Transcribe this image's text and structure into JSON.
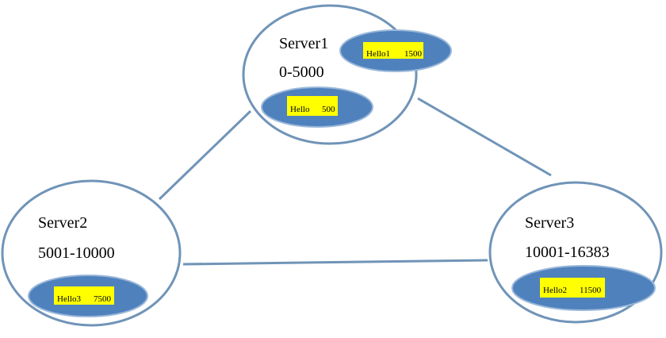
{
  "colors": {
    "outline": "#7094b8",
    "connector": "#7094b8",
    "key_fill": "#4f81bd",
    "key_stroke": "#9ab8d9",
    "label_bg": "#ffff00"
  },
  "servers": [
    {
      "name": "Server1",
      "range": "0-5000",
      "keys": [
        {
          "key": "Hello1",
          "slot": "1500"
        },
        {
          "key": "Hello",
          "slot": "500"
        }
      ]
    },
    {
      "name": "Server2",
      "range": "5001-10000",
      "keys": [
        {
          "key": "Hello3",
          "slot": "7500"
        }
      ]
    },
    {
      "name": "Server3",
      "range": "10001-16383",
      "keys": [
        {
          "key": "Hello2",
          "slot": "11500"
        }
      ]
    }
  ]
}
